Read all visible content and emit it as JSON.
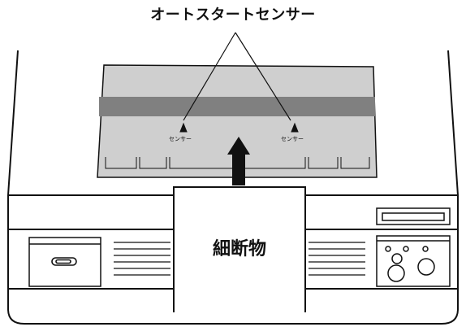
{
  "title": "オートスタートセンサー",
  "sensor_left_label": "センサー",
  "sensor_right_label": "センサー",
  "paper_label": "細断物",
  "colors": {
    "tray_fill": "#cfcfcf",
    "strip_fill": "#808080",
    "line": "#111111",
    "background": "#ffffff"
  },
  "icons": [
    "sensor-triangle-icon",
    "up-arrow-icon",
    "paperclip-icon"
  ]
}
